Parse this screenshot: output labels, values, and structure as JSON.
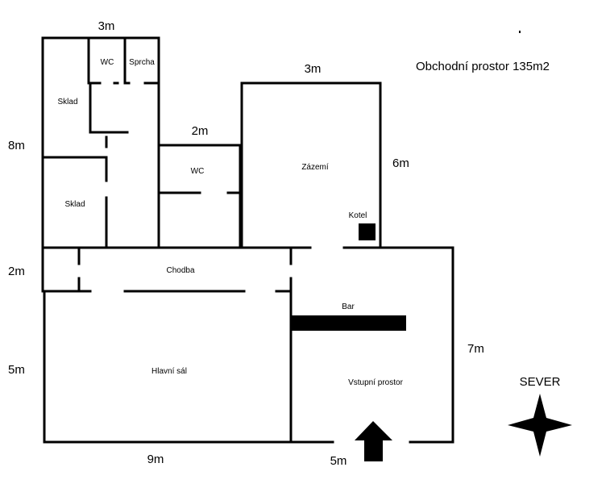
{
  "title": "Obchodní prostor 135m2",
  "dimensions": {
    "top_left": "3m",
    "left_top": "8m",
    "left_mid": "2m",
    "left_bottom": "5m",
    "bottom_left": "9m",
    "bottom_right": "5m",
    "right_bottom": "7m",
    "wc_center_top": "2m",
    "zazemi_top": "3m",
    "zazemi_right": "6m"
  },
  "rooms": {
    "wc_top": "WC",
    "sprcha": "Sprcha",
    "sklad_top": "Sklad",
    "sklad_bottom": "Sklad",
    "wc_center": "WC",
    "zazemi": "Zázemí",
    "kotel": "Kotel",
    "chodba": "Chodba",
    "bar": "Bar",
    "hlavni_sal": "Hlavní sál",
    "vstupni_prostor": "Vstupní prostor"
  },
  "compass": {
    "label": "SEVER",
    "icon": "compass-star-icon"
  },
  "entrance": {
    "icon": "entrance-arrow-icon"
  }
}
